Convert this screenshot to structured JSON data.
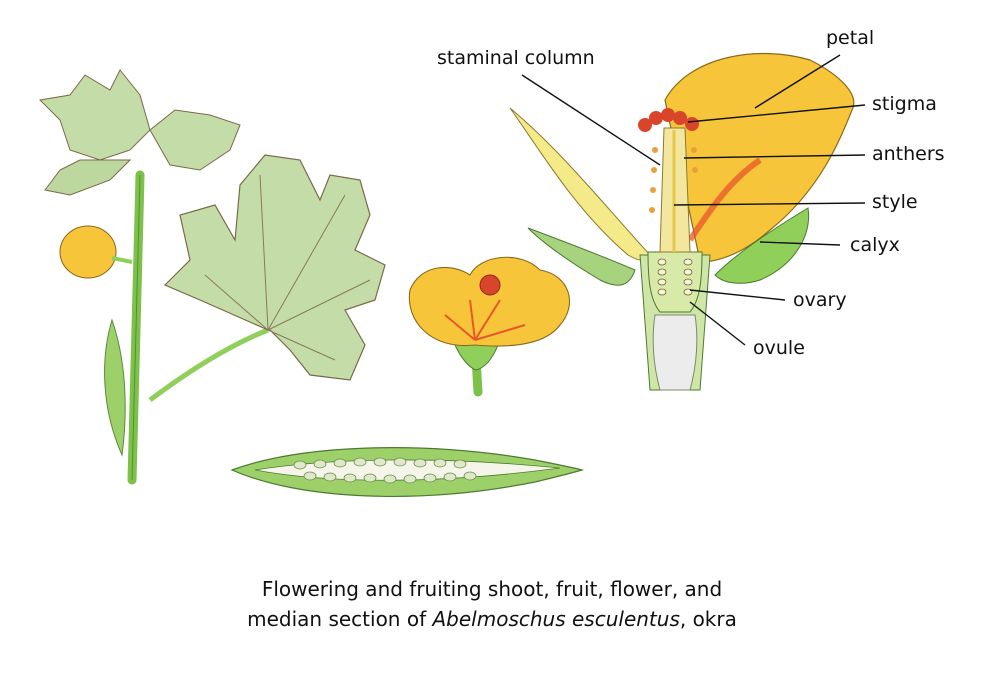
{
  "labels": {
    "staminal_column": "staminal column",
    "petal": "petal",
    "stigma": "stigma",
    "anthers": "anthers",
    "style": "style",
    "calyx": "calyx",
    "ovary": "ovary",
    "ovule": "ovule"
  },
  "caption": {
    "line1": "Flowering and fruiting shoot, fruit, flower, and",
    "line2_prefix": "median section of ",
    "line2_species": "Abelmoschus esculentus",
    "line2_suffix": ", okra"
  },
  "colors": {
    "leaf": "#c4dca8",
    "leaf_vein": "#7a6a4a",
    "stem": "#8fcf5a",
    "petal": "#f7c53a",
    "petal_base": "#e8562a",
    "stigma": "#d8452a",
    "ovary": "#d9e9a8"
  }
}
